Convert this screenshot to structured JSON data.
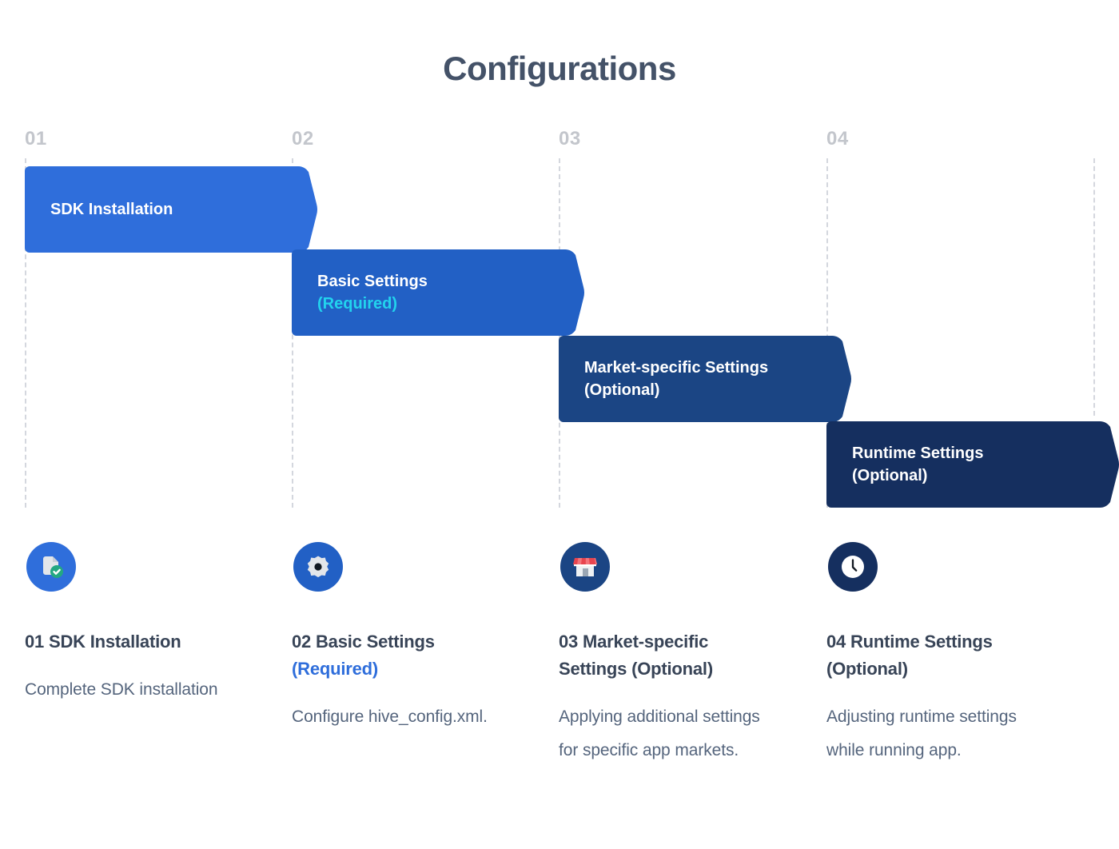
{
  "header": {
    "title": "Configurations"
  },
  "colors": {
    "title": "#445268",
    "step_number": "#c3c6cc",
    "guide_line": "#d4d7de",
    "required_accent_on_arrow": "#22d3ee",
    "required_accent_in_caption": "#2f6edb",
    "caption_title": "#384457",
    "caption_desc": "#55657d",
    "arrow_1": "#2f6edb",
    "arrow_2": "#2260c5",
    "arrow_3": "#1b4584",
    "arrow_4": "#152f5f",
    "icon_1_bg": "#2f6edb",
    "icon_2_bg": "#2260c5",
    "icon_3_bg": "#1b4584",
    "icon_4_bg": "#152f5f",
    "check_badge": "#23a882",
    "awning_red": "#e8454f"
  },
  "steps": [
    {
      "number": "01",
      "arrow_label": "SDK Installation",
      "arrow_sublabel": "",
      "icon": "document-check-icon",
      "caption_title": "01 SDK Installation",
      "caption_title_accent": "",
      "caption_desc": "Complete SDK installation"
    },
    {
      "number": "02",
      "arrow_label": "Basic Settings",
      "arrow_sublabel": "(Required)",
      "icon": "gear-icon",
      "caption_title": "02 Basic Settings",
      "caption_title_accent": "(Required)",
      "caption_desc": "Configure hive_config.xml."
    },
    {
      "number": "03",
      "arrow_label": "Market-specific Settings",
      "arrow_sublabel": "(Optional)",
      "icon": "store-icon",
      "caption_title": "03 Market-specific Settings (Optional)",
      "caption_title_accent": "",
      "caption_desc": "Applying additional settings for specific app markets."
    },
    {
      "number": "04",
      "arrow_label": "Runtime Settings",
      "arrow_sublabel": "(Optional)",
      "icon": "clock-icon",
      "caption_title": "04 Runtime Settings (Optional)",
      "caption_title_accent": "",
      "caption_desc": "Adjusting runtime settings while running app."
    }
  ]
}
